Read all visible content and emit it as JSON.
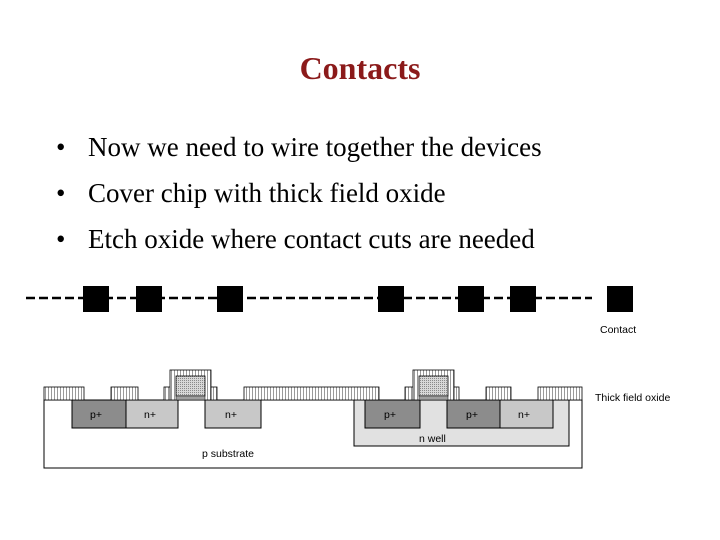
{
  "slide": {
    "title": "Contacts",
    "bullets": [
      "Now we need to wire together the devices",
      "Cover chip with thick field oxide",
      "Etch oxide where contact cuts are needed"
    ]
  },
  "diagram": {
    "contact_label": "Contact",
    "oxide_label": "Thick field oxide",
    "substrate_label": "p substrate",
    "nwell_label": "n well",
    "diffusions": [
      "p+",
      "n+",
      "n+",
      "p+",
      "p+",
      "n+"
    ]
  }
}
